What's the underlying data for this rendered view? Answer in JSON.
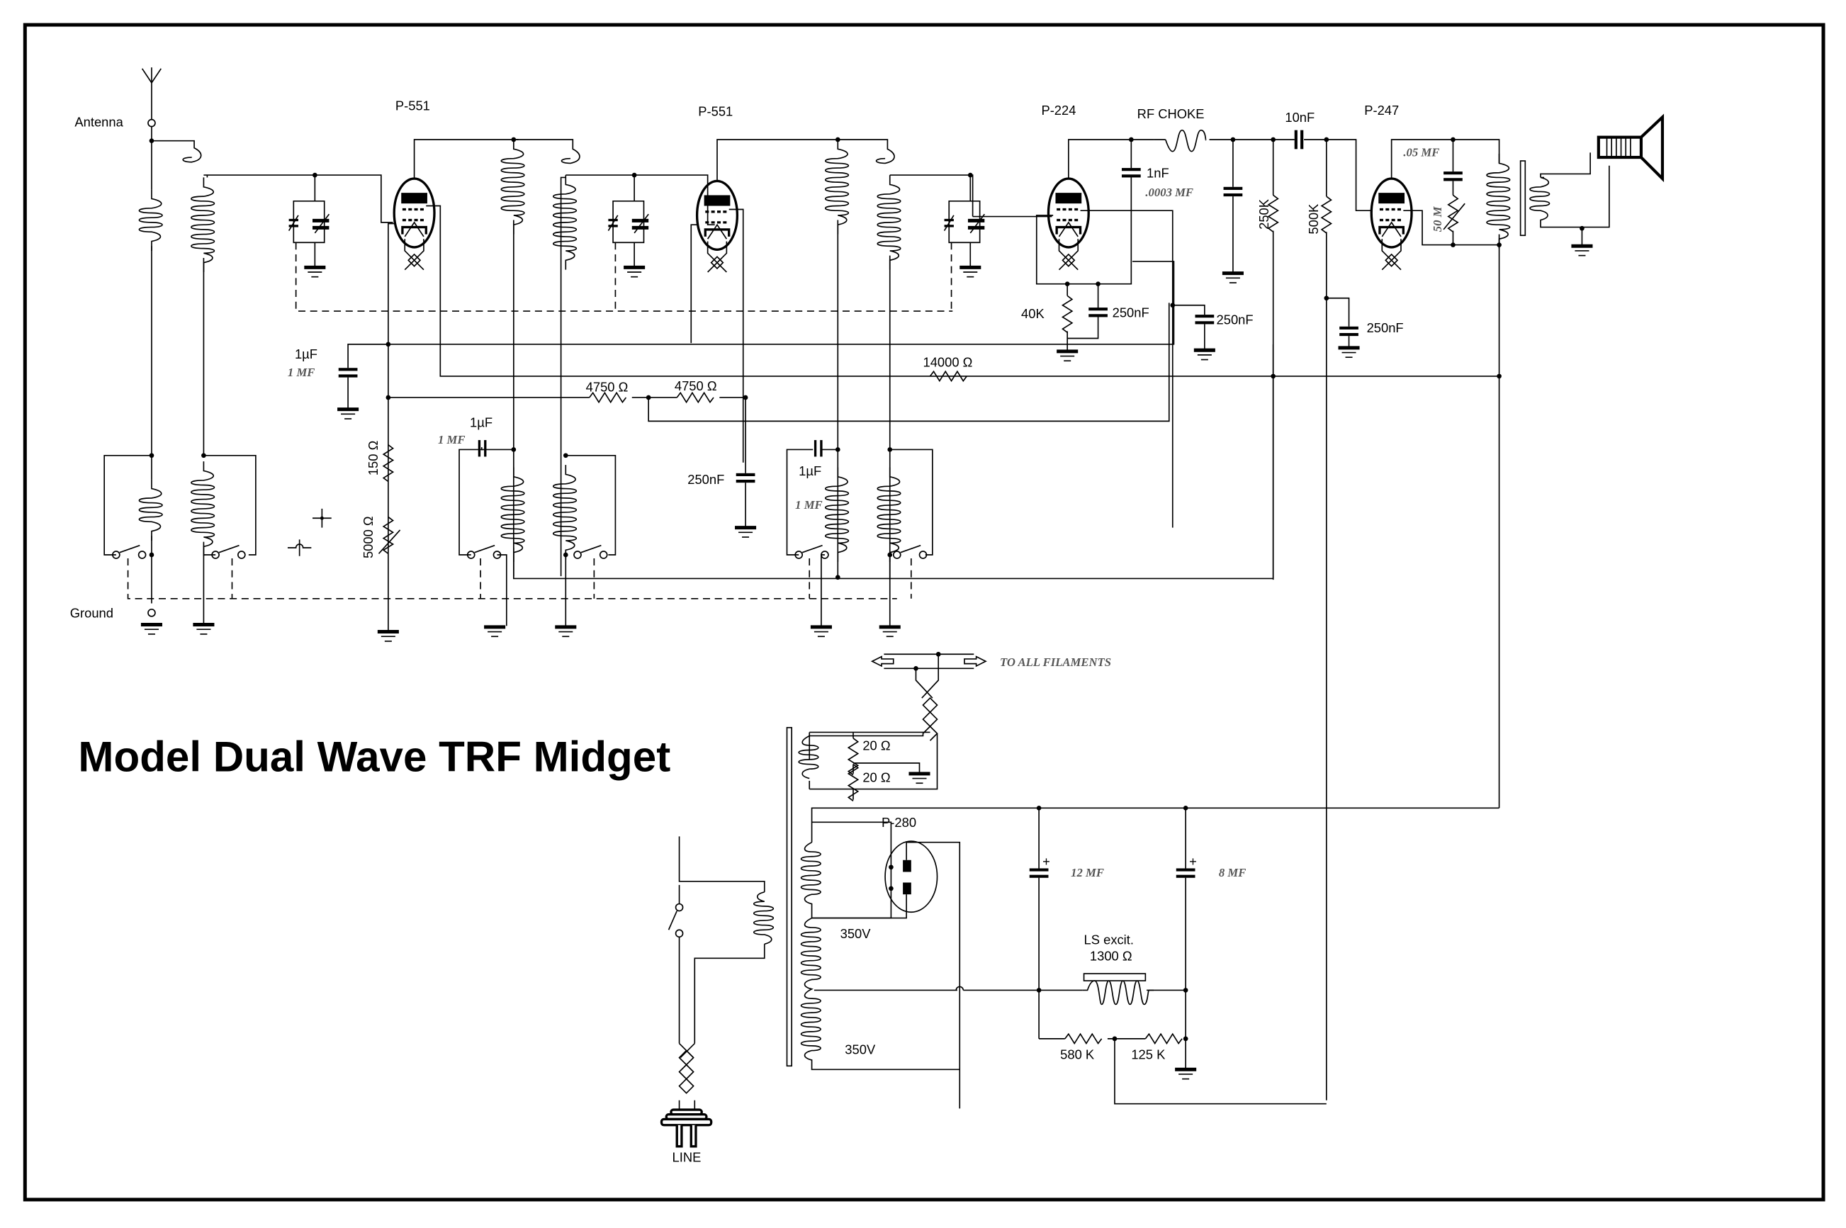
{
  "title": "Model Dual Wave TRF Midget",
  "labels": {
    "antenna": "Antenna",
    "ground": "Ground",
    "tube1": "P-551",
    "tube2": "P-551",
    "tube3": "P-224",
    "tube4": "P-247",
    "rectifier": "P-280",
    "rf_choke": "RF CHOKE",
    "c_10nF": "10nF",
    "c_1nF": "1nF",
    "r_250K": "250K",
    "r_500K": "500K",
    "r_40K": "40K",
    "c_250nF_a": "250nF",
    "c_250nF_b": "250nF",
    "c_250nF_c": "250nF",
    "c_250nF_d": "250nF",
    "r_14000": "14000 Ω",
    "r_4750_a": "4750 Ω",
    "r_4750_b": "4750 Ω",
    "c_1uF_a": "1µF",
    "c_1uF_b": "1µF",
    "c_1uF_c": "1µF",
    "r_150": "150 Ω",
    "r_5000": "5000 Ω",
    "r_20_a": "20 Ω",
    "r_20_b": "20 Ω",
    "v_350_a": "350V",
    "v_350_b": "350V",
    "ls_excit": "LS excit.",
    "ls_ohms": "1300 Ω",
    "r_580K": "580 K",
    "r_125K": "125 K",
    "line": "LINE"
  },
  "handwritten": {
    "note_1uF_a": "1 MF",
    "note_1uF_b": "1 MF",
    "note_1uF_c": "1 MF",
    "note_0003": ".0003 MF",
    "note_05": ".05 MF",
    "note_50M": "50 M",
    "note_12": "12 MF",
    "note_8": "8 MF",
    "note_filaments": "TO ALL FILAMENTS"
  }
}
